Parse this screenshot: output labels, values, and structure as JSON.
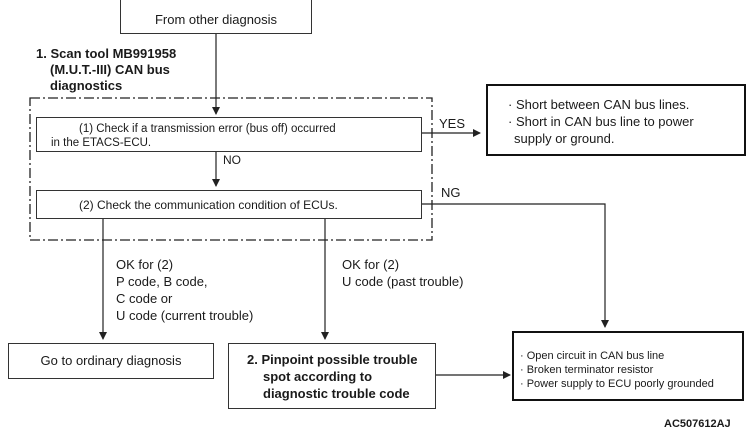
{
  "top_box": {
    "label": "From other diagnosis"
  },
  "section1": {
    "title_lines": [
      "1. Scan tool MB991958",
      "(M.U.T.-III) CAN bus",
      "diagnostics"
    ]
  },
  "step1": {
    "lines": [
      "(1) Check if a transmission error (bus off) occurred",
      "in the ETACS-ECU."
    ],
    "yes_label": "YES",
    "no_label": "NO"
  },
  "yes_result": {
    "items": [
      "· Short between CAN bus lines.",
      "· Short in CAN bus line to power",
      "  supply or ground."
    ]
  },
  "step2": {
    "label": "(2) Check the communication condition of ECUs.",
    "ng_label": "NG"
  },
  "branch_left": {
    "lines": [
      "OK for (2)",
      "P code, B code,",
      "C code or",
      "U code (current trouble)"
    ]
  },
  "branch_mid": {
    "lines": [
      "OK for (2)",
      "U code (past trouble)"
    ]
  },
  "ordinary_box": {
    "label": "Go to ordinary diagnosis"
  },
  "section2": {
    "lines": [
      "2. Pinpoint possible trouble",
      "spot according to",
      "diagnostic trouble code"
    ]
  },
  "ng_result": {
    "items": [
      "· Open circuit in CAN bus line",
      "· Broken terminator resistor",
      "· Power supply to ECU poorly grounded"
    ]
  },
  "figure_code": "AC507612AJ"
}
